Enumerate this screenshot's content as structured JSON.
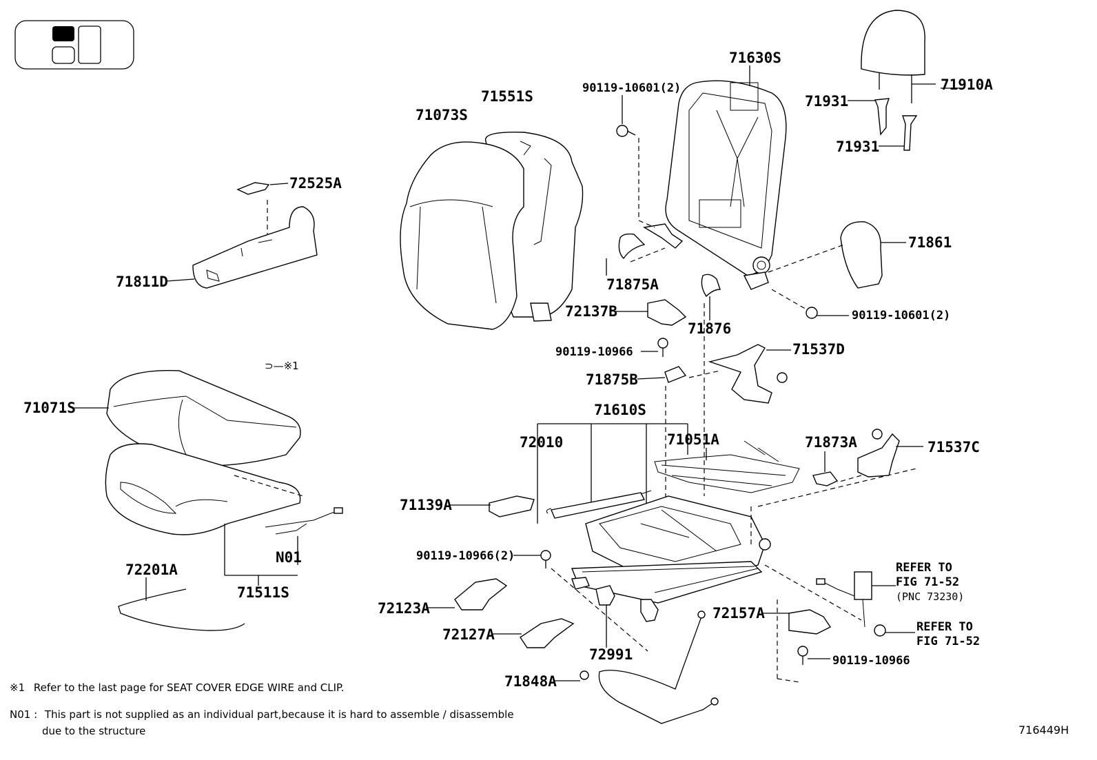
{
  "diagram_id": "716449H",
  "part_labels": [
    "71630S",
    "71910A",
    "71931",
    "71931",
    "90119-10601(2)",
    "71551S",
    "71073S",
    "72525A",
    "71811D",
    "71861",
    "71875A",
    "90119-10601(2)",
    "72137B",
    "71876",
    "90119-10966",
    "71537D",
    "71875B",
    "71071S",
    "71610S",
    "72010",
    "71051A",
    "71873A",
    "71537C",
    "71139A",
    "90119-10966(2)",
    "N01",
    "72201A",
    "71511S",
    "72123A",
    "72127A",
    "72157A",
    "72991",
    "90119-10966",
    "71848A"
  ],
  "refer_1": {
    "line1": "REFER TO",
    "line2": "FIG 71-52",
    "line3": "(PNC 73230)"
  },
  "refer_2": {
    "line1": "REFER TO",
    "line2": "FIG 71-52"
  },
  "mark_1": "※1",
  "footnotes": {
    "note1_mark": "※1",
    "note1_text": "Refer to the last page for SEAT COVER EDGE WIRE and CLIP.",
    "note2_mark": "N01 :",
    "note2_text": "This part is not supplied as an individual part,because it is hard to assemble / disassemble",
    "note2_text2": "due to the structure"
  }
}
